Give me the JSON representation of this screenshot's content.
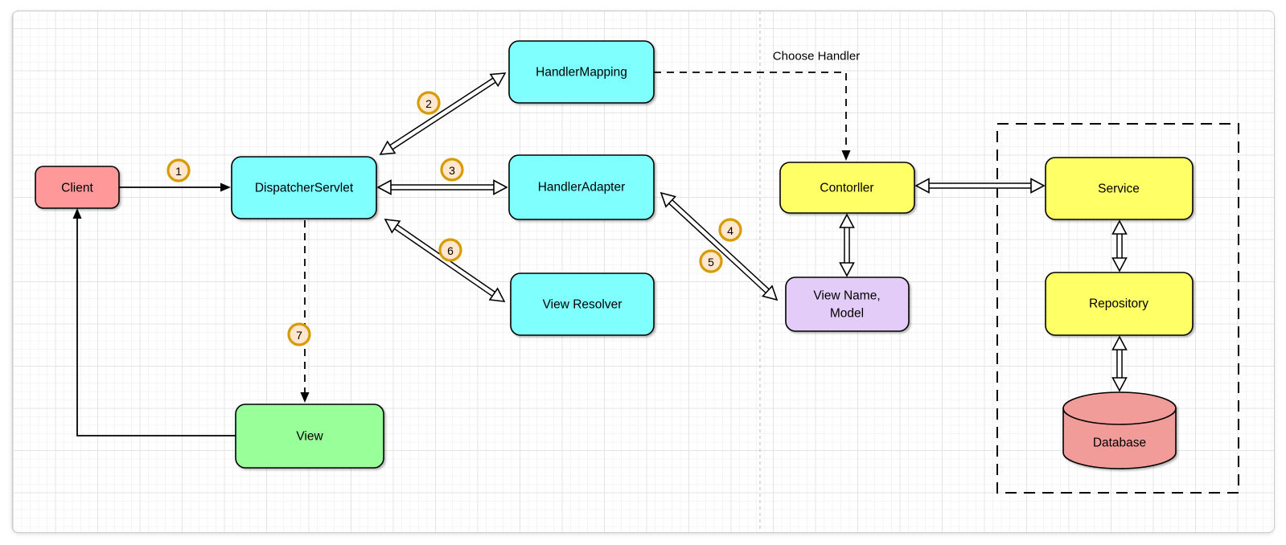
{
  "diagram": {
    "nodes": {
      "client": {
        "label": "Client",
        "fill": "#FF9999"
      },
      "dispatcher": {
        "label": "DispatcherServlet",
        "fill": "#80FFFF"
      },
      "handler_mapping": {
        "label": "HandlerMapping",
        "fill": "#80FFFF"
      },
      "handler_adapter": {
        "label": "HandlerAdapter",
        "fill": "#80FFFF"
      },
      "view_resolver": {
        "label": "View Resolver",
        "fill": "#80FFFF"
      },
      "controller": {
        "label": "Contorller",
        "fill": "#FFFF66"
      },
      "view_name_model": {
        "line1": "View Name,",
        "line2": "Model",
        "fill": "#E3CCF7"
      },
      "service": {
        "label": "Service",
        "fill": "#FFFF66"
      },
      "repository": {
        "label": "Repository",
        "fill": "#FFFF66"
      },
      "database": {
        "label": "Database",
        "fill": "#F19C99"
      },
      "view": {
        "label": "View",
        "fill": "#99FF99"
      }
    },
    "steps": {
      "s1": "1",
      "s2": "2",
      "s3": "3",
      "s4": "4",
      "s5": "5",
      "s6": "6",
      "s7": "7"
    },
    "annotations": {
      "choose_handler": "Choose Handler"
    },
    "style": {
      "step_fill": "#FFE6CC",
      "step_stroke": "#D79B00",
      "edge_color": "#000000",
      "separator_color": "#c9c9c9"
    }
  }
}
